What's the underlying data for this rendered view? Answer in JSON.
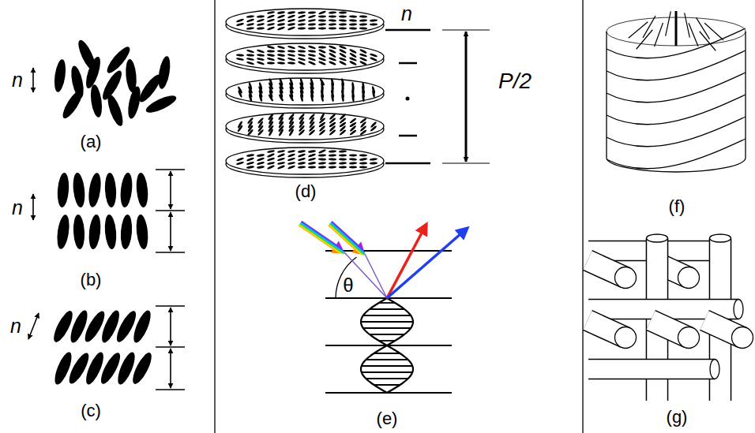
{
  "diagram": {
    "labels": [
      "n",
      "(a)",
      "n",
      "(b)",
      "n",
      "(c)",
      "n",
      "P/2",
      "(d)",
      "θ",
      "(e)",
      "(f)",
      "(g)"
    ]
  }
}
